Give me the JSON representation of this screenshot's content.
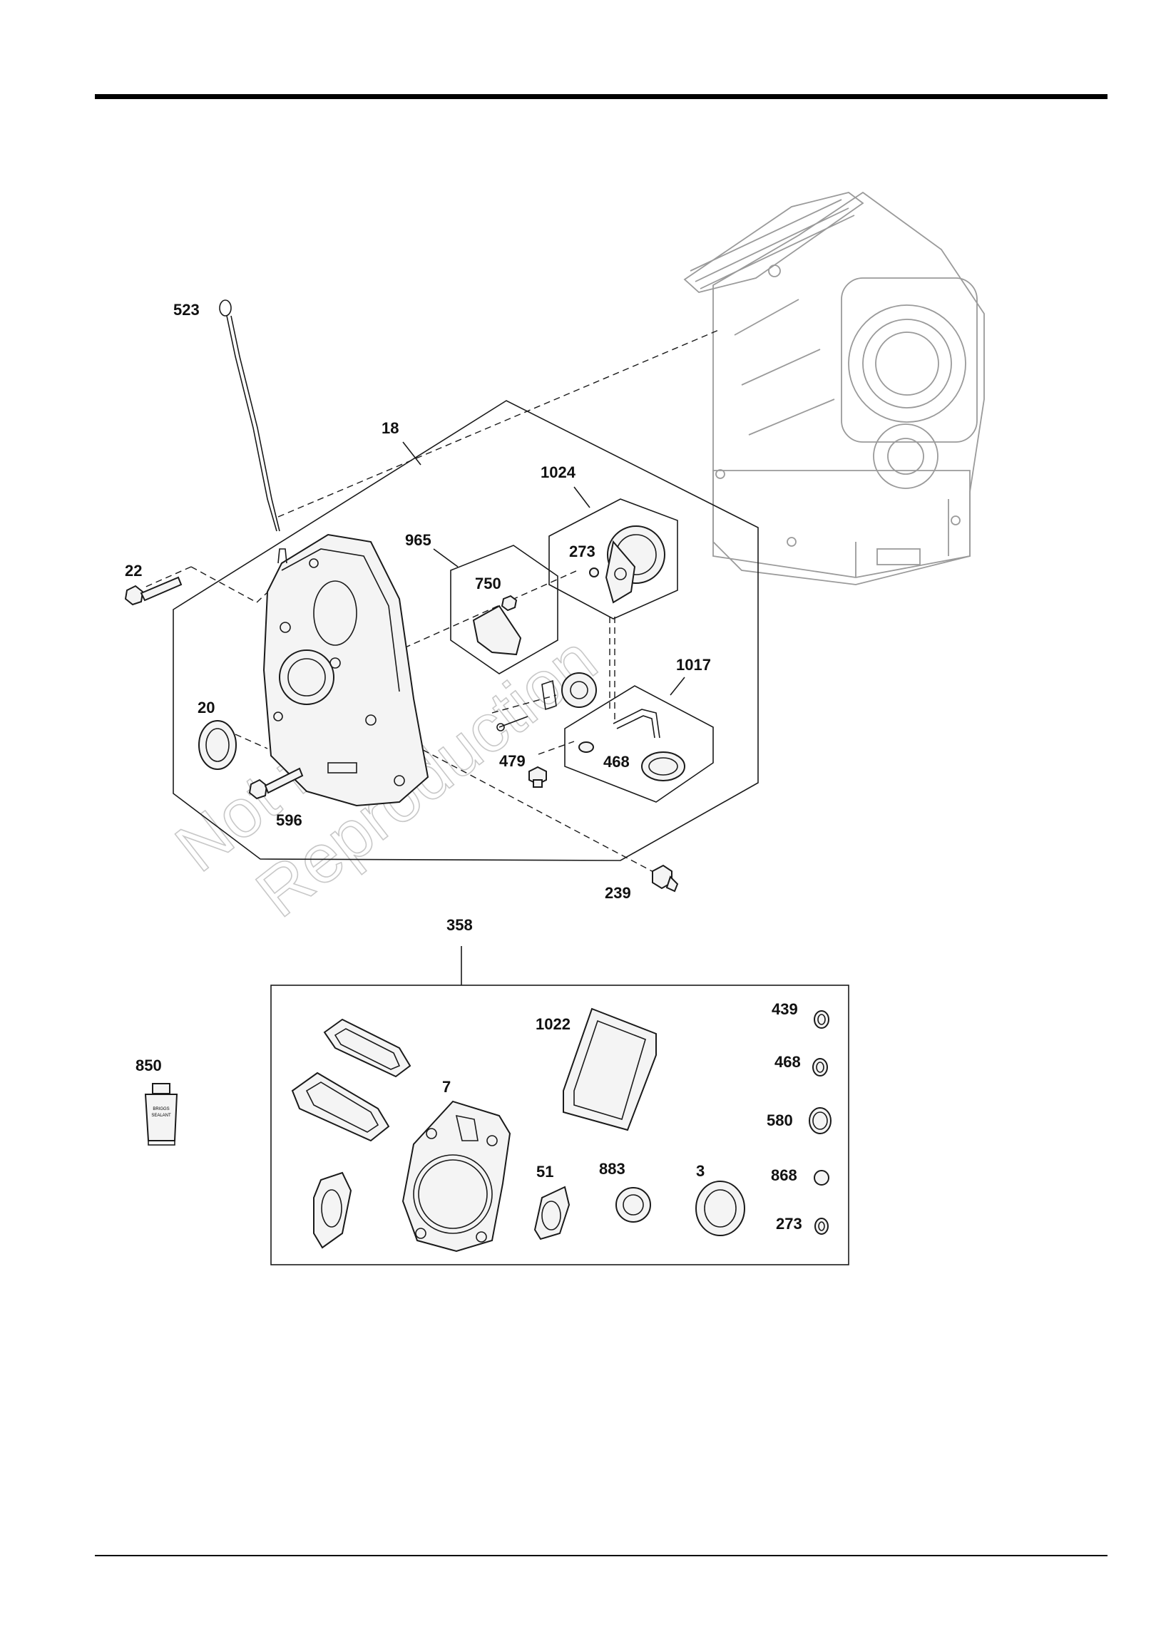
{
  "watermark": {
    "line1": "Not for",
    "line2": "Reproduction"
  },
  "callouts": {
    "523": "523",
    "18": "18",
    "1024": "1024",
    "965": "965",
    "273_a": "273",
    "750": "750",
    "22": "22",
    "1017": "1017",
    "20": "20",
    "479": "479",
    "468_a": "468",
    "596": "596",
    "239": "239",
    "358": "358",
    "850": "850",
    "1022": "1022",
    "439": "439",
    "468_b": "468",
    "7": "7",
    "580": "580",
    "51": "51",
    "883": "883",
    "3": "3",
    "868": "868",
    "273_b": "273"
  },
  "sealant_label": {
    "line1": "BRIGGS",
    "line2": "SEALANT"
  }
}
